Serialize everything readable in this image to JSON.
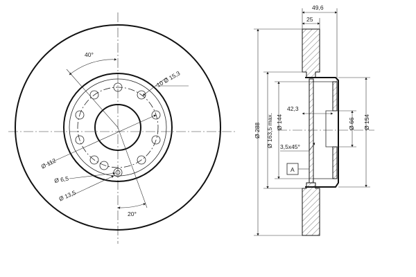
{
  "front_view": {
    "angle_top": "40°",
    "angle_bottom": "20°",
    "hole_spec": "10 Ø 15,3",
    "bolt_circle": "Ø 112",
    "small_hole": "Ø 6,5",
    "small_hole_outer": "Ø 13,5"
  },
  "section_view": {
    "total_height": "49,6",
    "disc_thickness": "25",
    "offset": "42,3",
    "outer_diameter": "Ø 288",
    "max_diameter": "Ø 163,5 max.",
    "hub_diameter": "Ø 144",
    "center_bore": "Ø 66",
    "flange_diameter": "Ø 154",
    "chamfer": "3,5x45°",
    "datum": "A"
  }
}
